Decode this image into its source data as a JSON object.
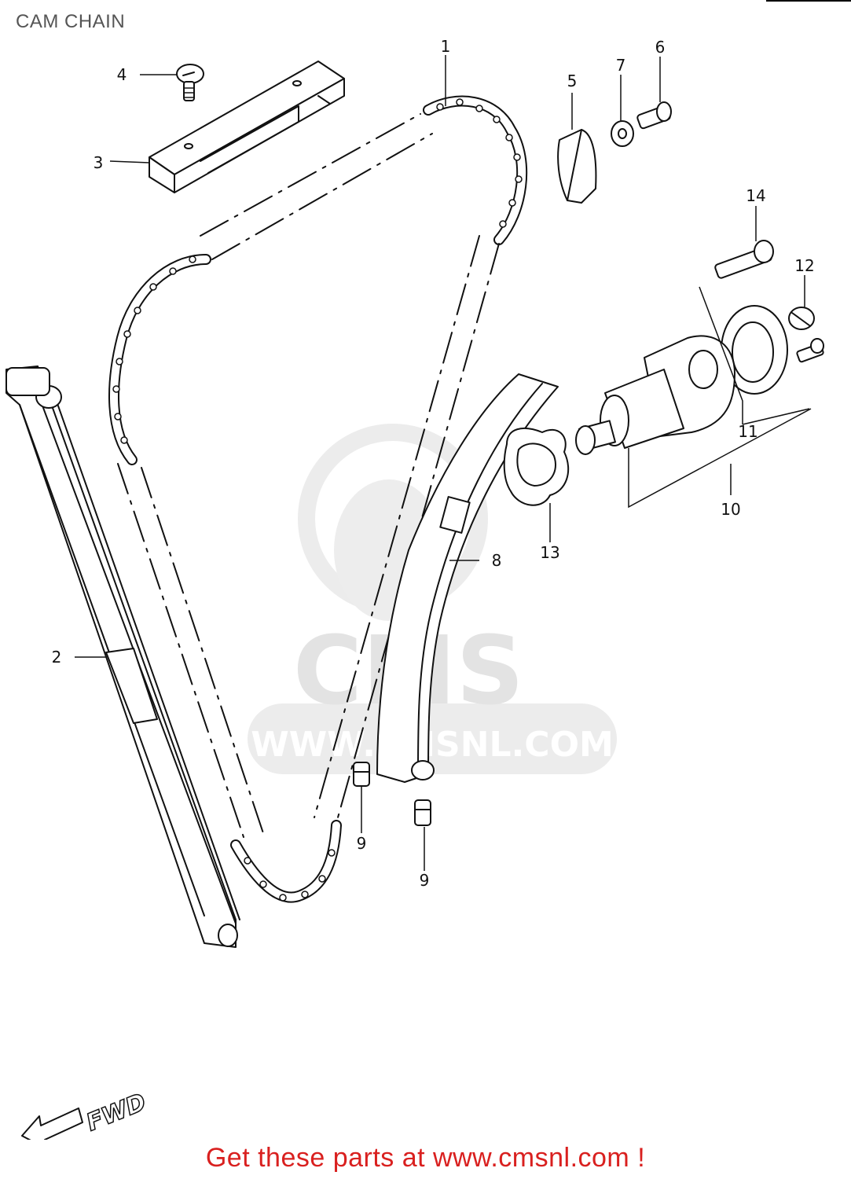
{
  "title": "CAM CHAIN",
  "callouts": {
    "c1": "1",
    "c2": "2",
    "c3": "3",
    "c4": "4",
    "c5": "5",
    "c6": "6",
    "c7": "7",
    "c8": "8",
    "c9a": "9",
    "c9b": "9",
    "c10": "10",
    "c11": "11",
    "c12": "12",
    "c13": "13",
    "c14": "14"
  },
  "fwd_label": "FWD",
  "watermark": {
    "logo_text": "CMS",
    "url_text": "WWW.CMSNL.COM"
  },
  "footer": "Get these parts at www.cmsnl.com !",
  "colors": {
    "footer": "#d9201f",
    "watermark": "#e6e6e6",
    "line": "#111111"
  }
}
